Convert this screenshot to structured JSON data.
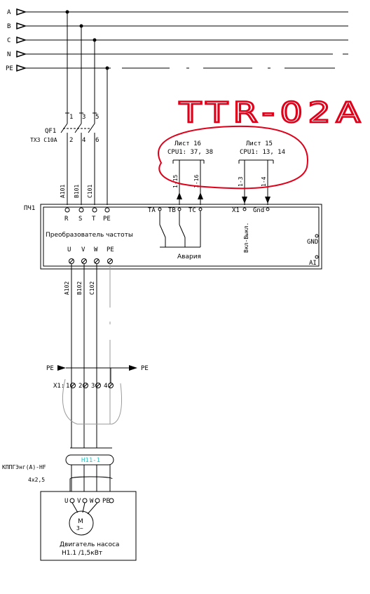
{
  "buses": {
    "a": "A",
    "b": "B",
    "c": "C",
    "n": "N",
    "pe": "PE"
  },
  "breaker": {
    "name": "QF1",
    "model": "ТХ3 С10А",
    "top_terms": [
      "1",
      "3",
      "5"
    ],
    "bottom_terms": [
      "2",
      "4",
      "6"
    ]
  },
  "wires_in": [
    "A101",
    "B101",
    "C101"
  ],
  "drive": {
    "name": "ПЧ1",
    "title": "Преобразователь частоты",
    "input_terms": [
      "R",
      "S",
      "T",
      "PE"
    ],
    "alarm_terms": [
      "TA",
      "TB",
      "TC"
    ],
    "alarm_label": "Авария",
    "control_terms": [
      "X1",
      "Gnd"
    ],
    "control_label": "Вкл-Выкл.",
    "gnd": "GND",
    "ai": "AI",
    "output_terms": [
      "U",
      "V",
      "W",
      "PE"
    ]
  },
  "refs": [
    {
      "sheet": "Лист 16",
      "cpu": "CPU1: 37, 38",
      "wires": [
        "1-15",
        "1-16"
      ]
    },
    {
      "sheet": "Лист 15",
      "cpu": "CPU1: 13, 14",
      "wires": [
        "1-3",
        "1-4"
      ]
    }
  ],
  "wires_out": [
    "A102",
    "B102",
    "C102"
  ],
  "pe_bus": {
    "left": "PE",
    "right": "PE"
  },
  "terminal_block": {
    "name": "X1:",
    "terms": [
      "1",
      "2",
      "3",
      "4"
    ]
  },
  "cable": {
    "tag": "Н11-1",
    "type": "КППГЭнг(А)-HF",
    "size": "4х2,5"
  },
  "motor": {
    "terms": [
      "U",
      "V",
      "W",
      "PE"
    ],
    "symbol": "M",
    "phase": "3~",
    "title": "Двигатель насоса",
    "spec": "Н1.1 /1,5кВт"
  },
  "annotation": "TTR-02A",
  "colors": {
    "annotation": "#e0001a",
    "cable_tag": "#2ec4c4",
    "wire": "#000000"
  }
}
